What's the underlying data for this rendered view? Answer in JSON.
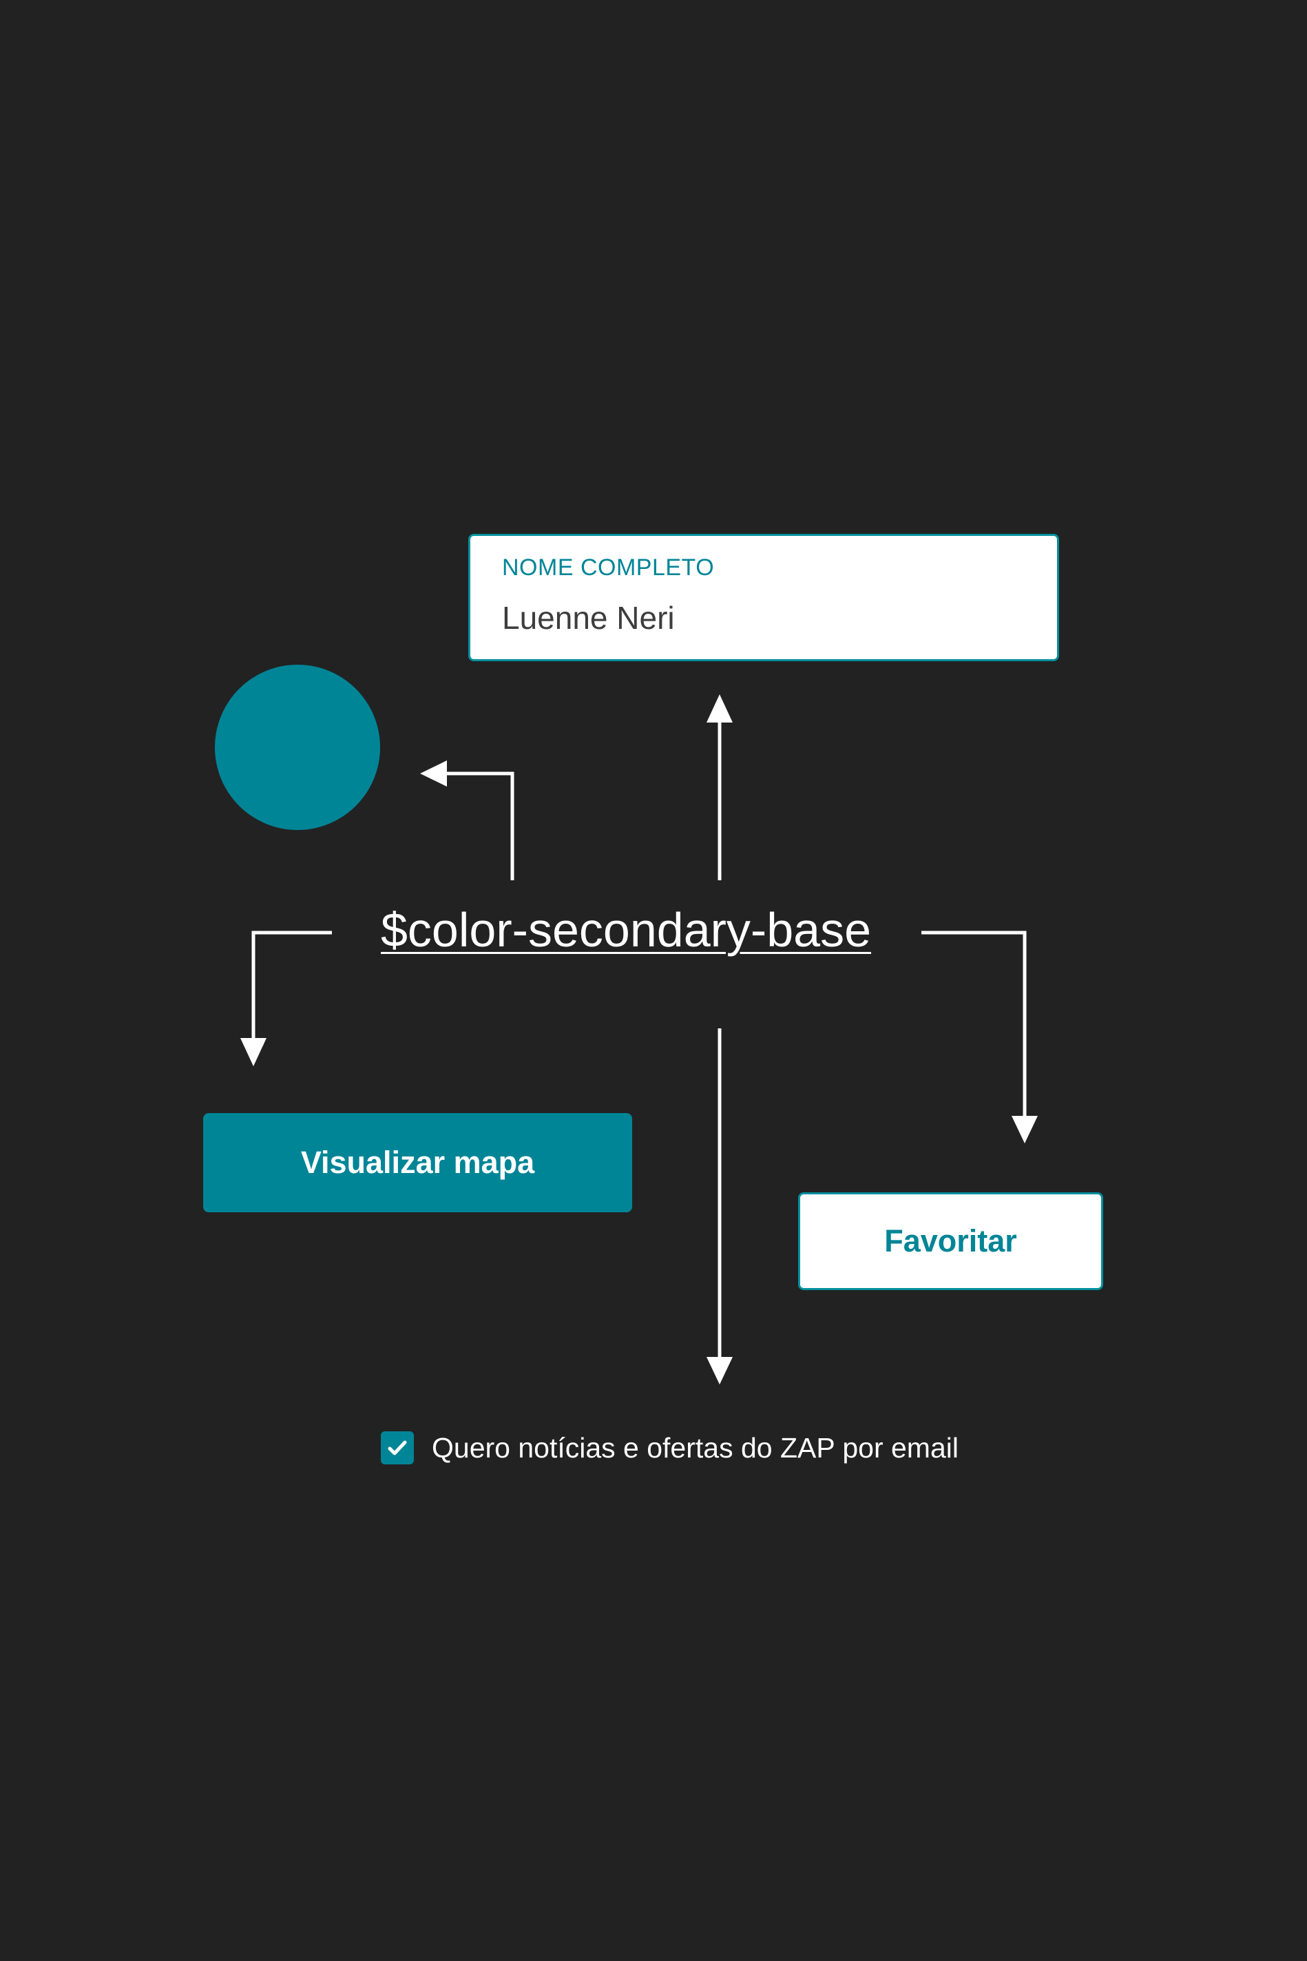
{
  "token": {
    "name": "$color-secondary-base",
    "color": "#008597"
  },
  "text_field": {
    "label": "NOME COMPLETO",
    "value": "Luenne Neri"
  },
  "primary_button": {
    "label": "Visualizar mapa"
  },
  "outline_button": {
    "label": "Favoritar"
  },
  "checkbox": {
    "label": "Quero notícias e ofertas do ZAP por email",
    "checked": true,
    "icon": "checkmark-icon"
  },
  "colors": {
    "background": "#222222",
    "accent": "#008597",
    "arrow": "#ffffff"
  }
}
